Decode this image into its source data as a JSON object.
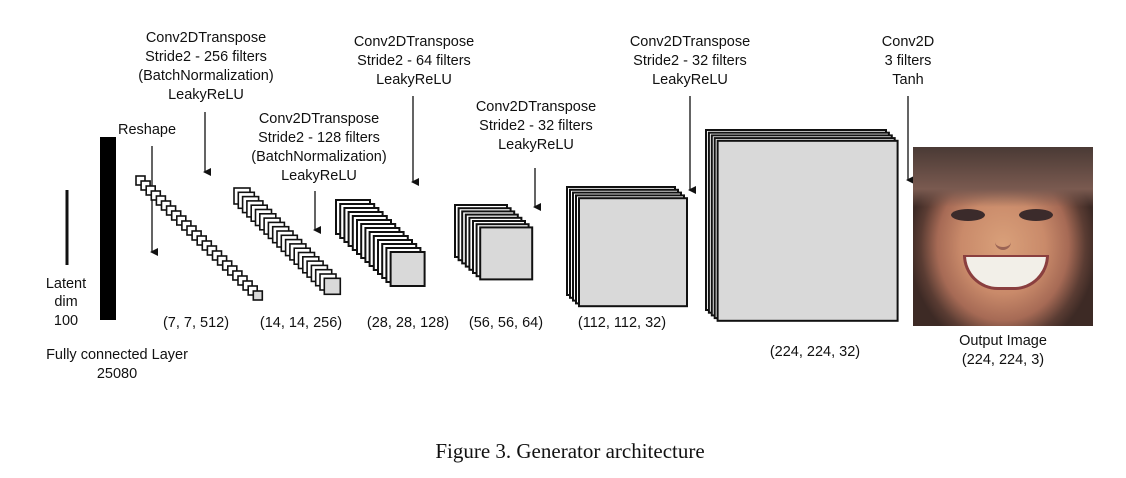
{
  "figure": {
    "caption": "Figure 3. Generator architecture",
    "latent": {
      "line1": "Latent",
      "line2": "dim",
      "line3": "100"
    },
    "fc": {
      "line1": "Fully connected Layer",
      "line2": "25080"
    },
    "reshape": "Reshape",
    "layers": [
      {
        "label": [
          "Conv2DTranspose",
          "Stride2 - 256 filters",
          "(BatchNormalization)",
          "LeakyReLU"
        ],
        "shape": "(7, 7, 512)"
      },
      {
        "label": [
          "Conv2DTranspose",
          "Stride2 - 128 filters",
          "(BatchNormalization)",
          "LeakyReLU"
        ],
        "shape": "(14, 14, 256)"
      },
      {
        "label": [
          "Conv2DTranspose",
          "Stride2 - 64 filters",
          "LeakyReLU"
        ],
        "shape": "(28, 28, 128)"
      },
      {
        "label": [
          "Conv2DTranspose",
          "Stride2 - 32 filters",
          "LeakyReLU"
        ],
        "shape": "(56, 56, 64)"
      },
      {
        "label": [
          "Conv2DTranspose",
          "Stride2 - 32 filters",
          "LeakyReLU"
        ],
        "shape": "(112, 112, 32)"
      },
      {
        "label": [],
        "shape": "(224, 224, 32)"
      }
    ],
    "output_layer": {
      "label": [
        "Conv2D",
        "3 filters",
        "Tanh"
      ]
    },
    "output": {
      "label": "Output Image",
      "shape": "(224, 224, 3)"
    },
    "colors": {
      "block_fill": "#d9d9d9",
      "block_stroke": "#111111",
      "underline": "#e04a4a"
    }
  }
}
